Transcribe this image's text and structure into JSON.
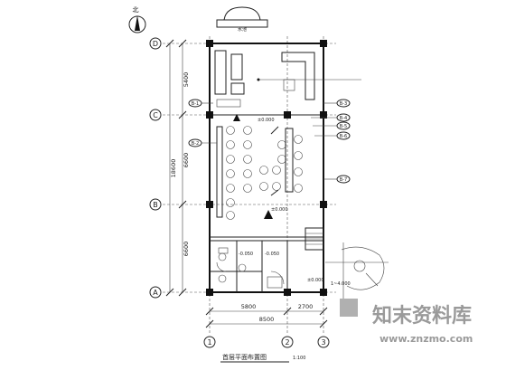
{
  "north_label": "北",
  "axes": {
    "rows": [
      "D",
      "C",
      "B",
      "A"
    ],
    "cols": [
      "1",
      "2",
      "3"
    ]
  },
  "dimensions": {
    "left_chain": [
      "5400",
      "6600",
      "6600"
    ],
    "left_total": "18600",
    "bottom_chain": [
      "5800",
      "2700"
    ],
    "bottom_total": "8500"
  },
  "levels": {
    "main_floor": "±0.000",
    "upper": "±0.000",
    "lower_left": "-0.050",
    "lower_mid": "-0.050",
    "lower_right": "±0.000"
  },
  "markers": {
    "left": [
      "B-1",
      "B-2"
    ],
    "right": [
      "B-3",
      "B-4",
      "B-5",
      "B-6",
      "B-7"
    ]
  },
  "labels": {
    "top_feature": "水池",
    "right_elevation": "1~4.000",
    "plan_title": "首层平面布置图",
    "scale": "1:100"
  },
  "watermark": {
    "cn": "知末资料库",
    "url": "www.znzmo.com"
  }
}
